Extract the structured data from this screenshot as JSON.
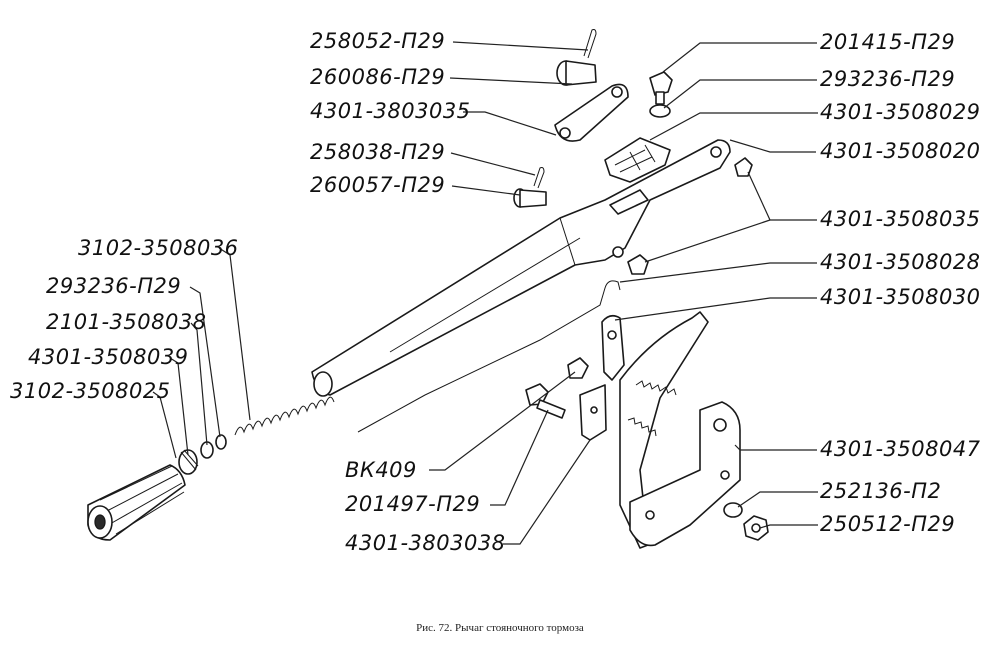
{
  "labels": {
    "p258052": "258052-П29",
    "p260086": "260086-П29",
    "p4301_3803035": "4301-3803035",
    "p258038": "258038-П29",
    "p260057": "260057-П29",
    "p3102_3508036": "3102-3508036",
    "p293236_left": "293236-П29",
    "p2101_3508038": "2101-3508038",
    "p4301_3508039": "4301-3508039",
    "p3102_3508025": "3102-3508025",
    "p201415": "201415-П29",
    "p293236_right": "293236-П29",
    "p4301_3508029": "4301-3508029",
    "p4301_3508020": "4301-3508020",
    "p4301_3508035": "4301-3508035",
    "p4301_3508028": "4301-3508028",
    "p4301_3508030": "4301-3508030",
    "p4301_3508047": "4301-3508047",
    "p252136": "252136-П2",
    "p250512": "250512-П29",
    "pBK409": "ВК409",
    "p201497": "201497-П29",
    "p4301_3803038": "4301-3803038"
  },
  "caption": "Рис. 72. Рычаг стояночного тормоза"
}
